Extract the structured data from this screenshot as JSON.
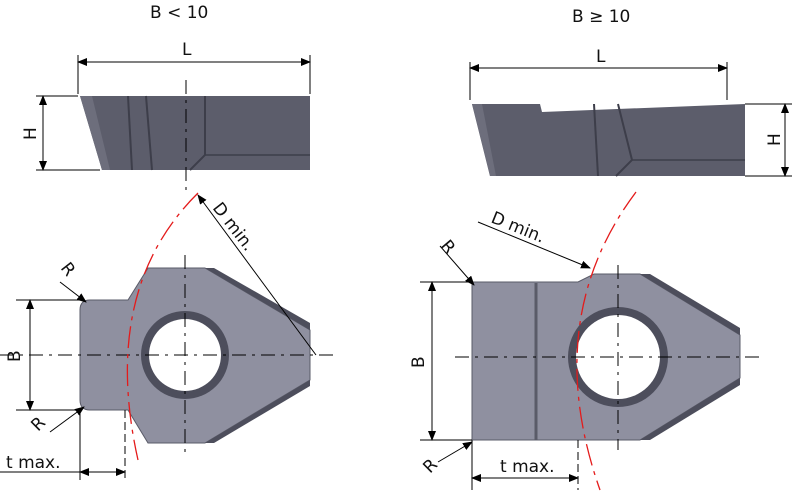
{
  "left_view": {
    "title": "B < 10",
    "length_label": "L",
    "height_label": "H",
    "radius_label_top": "R",
    "radius_label_bottom": "R",
    "width_label": "B",
    "diameter_label": "D min.",
    "depth_label": "t max."
  },
  "right_view": {
    "title": "B ≥ 10",
    "length_label": "L",
    "height_label": "H",
    "radius_label_top": "R",
    "radius_label_bottom": "R",
    "width_label": "B",
    "diameter_label": "D min.",
    "depth_label": "t max."
  },
  "colors": {
    "insert": "#8f90a0",
    "insert_dark": "#4d4e5c",
    "dimension": "#000000",
    "min_diameter_arc": "#e41b1b"
  }
}
